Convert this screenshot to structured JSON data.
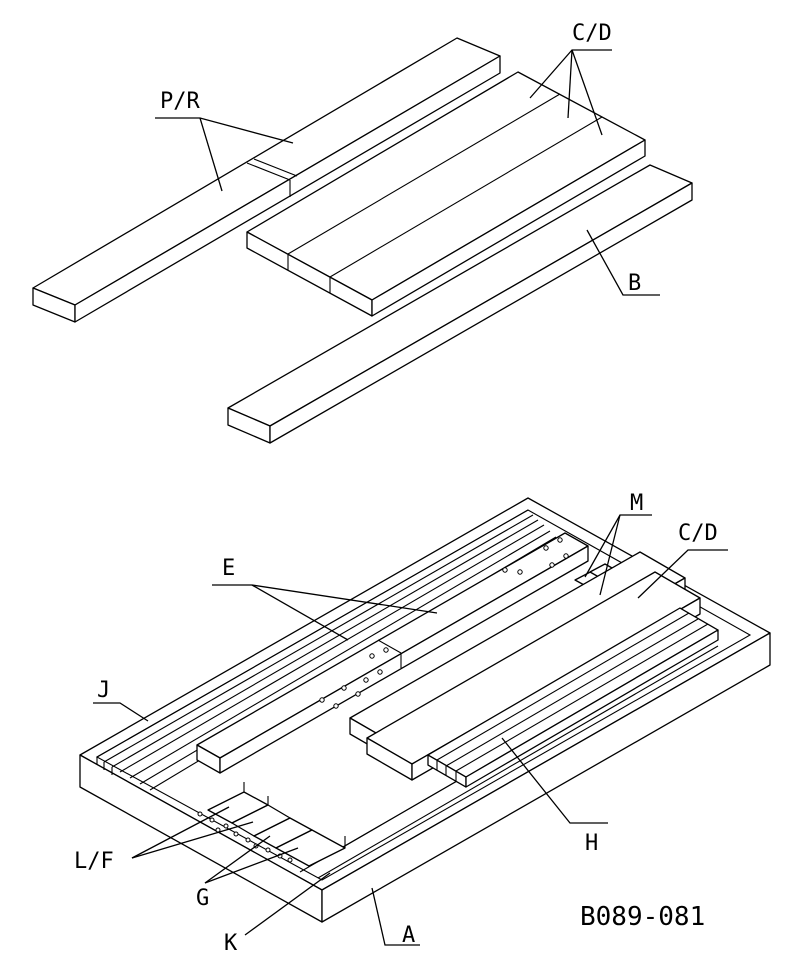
{
  "labels": {
    "pr": "P/R",
    "cd_top": "C/D",
    "b": "B",
    "e": "E",
    "m": "M",
    "cd_bottom": "C/D",
    "j": "J",
    "h": "H",
    "lf": "L/F",
    "g": "G",
    "k": "K",
    "a": "A"
  },
  "drawing_number": "B089-081"
}
